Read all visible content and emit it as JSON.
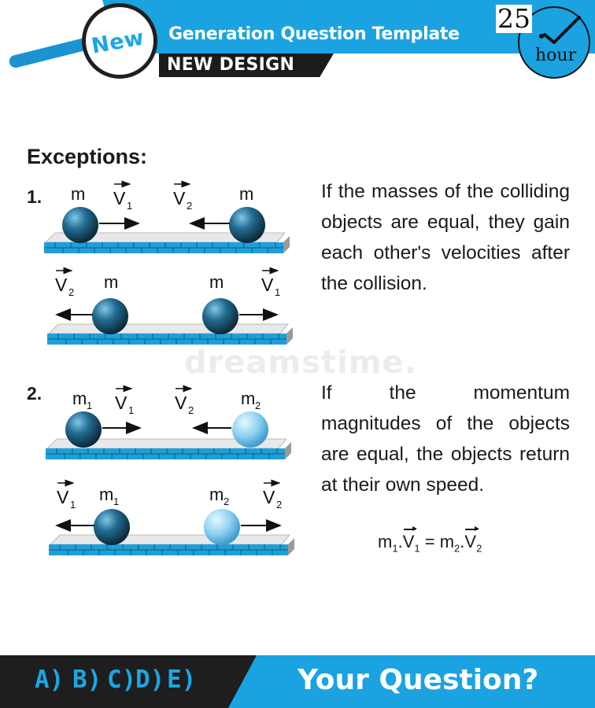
{
  "header": {
    "badge": "New",
    "title": "Generation Question Template",
    "subtitle": "NEW DESIGN",
    "clock_number": "25",
    "clock_unit": "hour"
  },
  "content": {
    "heading": "Exceptions:",
    "case1": {
      "number": "1.",
      "text": "If the masses of the colliding objects are equal, they gain each other's velocities after the collision.",
      "before": {
        "left_mass": "m",
        "left_velocity": "V",
        "left_velocity_sub": "1",
        "right_velocity": "V",
        "right_velocity_sub": "2",
        "right_mass": "m"
      },
      "after": {
        "left_velocity": "V",
        "left_velocity_sub": "2",
        "left_mass": "m",
        "right_mass": "m",
        "right_velocity": "V",
        "right_velocity_sub": "1"
      }
    },
    "case2": {
      "number": "2.",
      "text": "If the momentum magnitudes of the objects are equal, the objects return at their own speed.",
      "before": {
        "left_mass": "m",
        "left_mass_sub": "1",
        "left_velocity": "V",
        "left_velocity_sub": "1",
        "right_velocity": "V",
        "right_velocity_sub": "2",
        "right_mass": "m",
        "right_mass_sub": "2"
      },
      "after": {
        "left_velocity": "V",
        "left_velocity_sub": "1",
        "left_mass": "m",
        "left_mass_sub": "1",
        "right_mass": "m",
        "right_mass_sub": "2",
        "right_velocity": "V",
        "right_velocity_sub": "2"
      }
    },
    "formula": {
      "m1": "m",
      "s1": "1",
      "v1": "V",
      "t1": "1",
      "eq": "=",
      "m2": "m",
      "s2": "2",
      "v2": "V",
      "t2": "2"
    }
  },
  "watermark": "dreamstime.",
  "footer": {
    "choices": [
      "A)",
      "B)",
      "C)",
      "D)",
      "E)"
    ],
    "question": "Your Question?"
  },
  "colors": {
    "accent": "#1aa3e0",
    "dark": "#1e1e1e",
    "dark_ball": "#1f5d7a",
    "light_ball": "#8fd2f2",
    "floor": "#1f9fd9"
  },
  "icons": [
    "magnifier-icon",
    "clock-icon",
    "checkmark-icon",
    "arrow-right-icon",
    "arrow-left-icon"
  ]
}
